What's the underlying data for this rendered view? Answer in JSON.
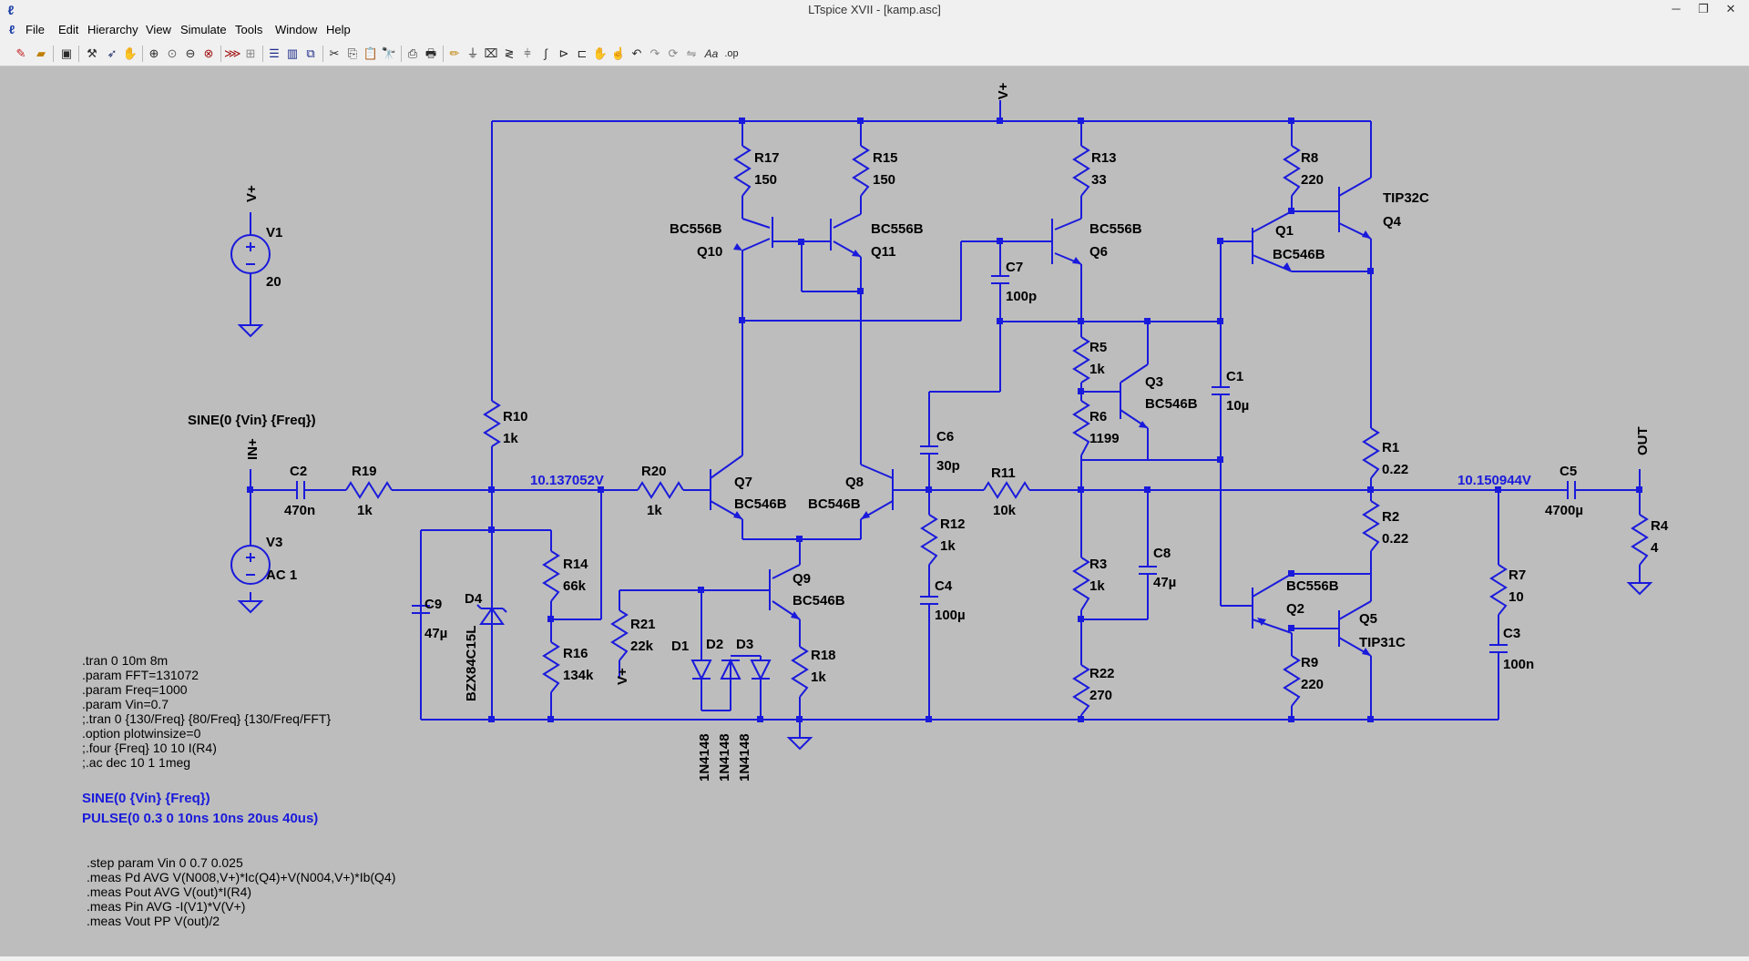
{
  "window": {
    "title": "LTspice XVII - [kamp.asc]",
    "app_icon": "ltspice-logo-icon",
    "controls": [
      "minimize-icon",
      "restore-icon",
      "close-icon"
    ]
  },
  "menu": [
    "File",
    "Edit",
    "Hierarchy",
    "View",
    "Simulate",
    "Tools",
    "Window",
    "Help"
  ],
  "toolbar": [
    "new-schematic-icon",
    "open-icon",
    "save-icon",
    "control-panel-icon",
    "run-icon",
    "halt-icon",
    "zoom-in-icon",
    "zoom-area-icon",
    "zoom-out-icon",
    "zoom-cancel-icon",
    "autorange-icon",
    "new-plot-icon",
    "tile-horizontal-icon",
    "tile-vertical-icon",
    "cascade-icon",
    "cut-icon",
    "copy-icon",
    "paste-icon",
    "find-icon",
    "print-preview-icon",
    "print-icon",
    "wire-icon",
    "ground-icon",
    "label-icon",
    "resistor-icon",
    "capacitor-icon",
    "inductor-icon",
    "diode-icon",
    "component-icon",
    "move-icon",
    "drag-icon",
    "undo-icon",
    "redo-icon",
    "rotate-icon",
    "mirror-icon",
    "text-icon",
    "spice-directive-icon"
  ],
  "schematic": {
    "colors": {
      "wire": "#1a1adc",
      "text": "#000000",
      "background": "#bdbdbd",
      "node_label": "#1a1adc"
    },
    "nets": {
      "vplus": "V+",
      "inplus": "IN+",
      "out": "OUT"
    },
    "components": {
      "R17": {
        "name": "R17",
        "value": "150"
      },
      "R15": {
        "name": "R15",
        "value": "150"
      },
      "R13": {
        "name": "R13",
        "value": "33"
      },
      "R8": {
        "name": "R8",
        "value": "220"
      },
      "Q10": {
        "name": "Q10",
        "model": "BC556B"
      },
      "Q11": {
        "name": "Q11",
        "model": "BC556B"
      },
      "Q6": {
        "name": "Q6",
        "model": "BC556B"
      },
      "Q1": {
        "name": "Q1",
        "model": "BC546B"
      },
      "Q4": {
        "name": "Q4",
        "model": "TIP32C"
      },
      "C7": {
        "name": "C7",
        "value": "100p"
      },
      "V1": {
        "name": "V1",
        "value": "20"
      },
      "R5": {
        "name": "R5",
        "value": "1k"
      },
      "Q3": {
        "name": "Q3",
        "model": "BC546B"
      },
      "C1": {
        "name": "C1",
        "value": "10µ"
      },
      "R6": {
        "name": "R6",
        "value": "1199"
      },
      "R10": {
        "name": "R10",
        "value": "1k"
      },
      "C6": {
        "name": "C6",
        "value": "30p"
      },
      "R1": {
        "name": "R1",
        "value": "0.22"
      },
      "C2": {
        "name": "C2",
        "value": "470n"
      },
      "R19": {
        "name": "R19",
        "value": "1k"
      },
      "R20": {
        "name": "R20",
        "value": "1k"
      },
      "Q7": {
        "name": "Q7",
        "model": "BC546B"
      },
      "Q8": {
        "name": "Q8",
        "model": "BC546B"
      },
      "R11": {
        "name": "R11",
        "value": "10k"
      },
      "C5": {
        "name": "C5",
        "value": "4700µ"
      },
      "R4": {
        "name": "R4",
        "value": "4"
      },
      "V3": {
        "name": "V3",
        "value": "AC 1"
      },
      "R14": {
        "name": "R14",
        "value": "66k"
      },
      "R12": {
        "name": "R12",
        "value": "1k"
      },
      "R2": {
        "name": "R2",
        "value": "0.22"
      },
      "Q9": {
        "name": "Q9",
        "model": "BC546B"
      },
      "C8": {
        "name": "C8",
        "value": "47µ"
      },
      "R3": {
        "name": "R3",
        "value": "1k"
      },
      "R7": {
        "name": "R7",
        "value": "10"
      },
      "C9": {
        "name": "C9",
        "value": "47µ"
      },
      "D4": {
        "name": "D4",
        "model": "BZX84C15L"
      },
      "C4": {
        "name": "C4",
        "value": "100µ"
      },
      "Q2": {
        "name": "Q2",
        "model": "BC556B"
      },
      "Q5": {
        "name": "Q5",
        "model": "TIP31C"
      },
      "R21": {
        "name": "R21",
        "value": "22k"
      },
      "D1": {
        "name": "D1",
        "model": "1N4148"
      },
      "D2": {
        "name": "D2",
        "model": "1N4148"
      },
      "D3": {
        "name": "D3",
        "model": "1N4148"
      },
      "R18": {
        "name": "R18",
        "value": "1k"
      },
      "R16": {
        "name": "R16",
        "value": "134k"
      },
      "R9": {
        "name": "R9",
        "value": "220"
      },
      "C3": {
        "name": "C3",
        "value": "100n"
      },
      "R22": {
        "name": "R22",
        "value": "270"
      }
    },
    "node_voltages": {
      "input_node": "10.137052V",
      "output_node": "10.150944V"
    },
    "source_spec": "SINE(0 {Vin} {Freq})",
    "directives": [
      ".tran 0 10m 8m",
      ".param FFT=131072",
      ".param Freq=1000",
      ".param Vin=0.7",
      ";.tran 0 {130/Freq} {80/Freq} {130/Freq/FFT}",
      ".option plotwinsize=0",
      ";.four {Freq} 10 10 I(R4)",
      ";.ac dec 10 1 1meg"
    ],
    "blue_comments": [
      "SINE(0 {Vin} {Freq})",
      "PULSE(0 0.3 0 10ns 10ns 20us 40us)"
    ],
    "meas_directives": [
      ".step param Vin 0 0.7 0.025",
      ".meas Pd AVG V(N008,V+)*Ic(Q4)+V(N004,V+)*Ib(Q4)",
      ".meas Pout AVG V(out)*I(R4)",
      ".meas Pin AVG -I(V1)*V(V+)",
      ".meas Vout PP V(out)/2"
    ]
  }
}
